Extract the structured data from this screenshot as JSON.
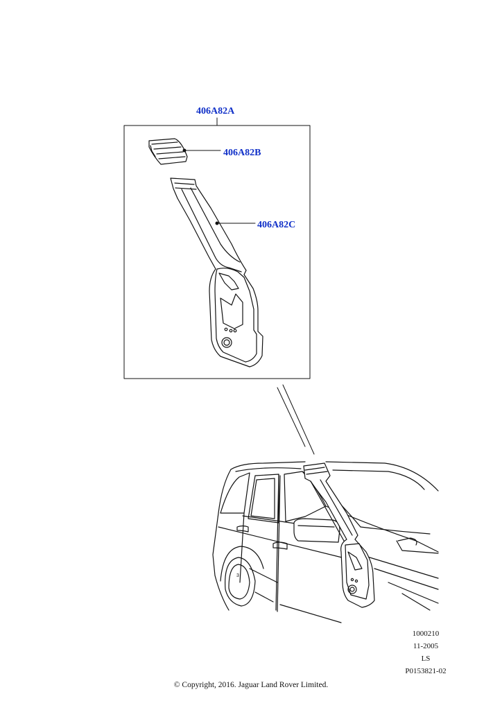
{
  "callouts": {
    "kit": "406A82A",
    "cap": "406A82B",
    "snorkel": "406A82C"
  },
  "meta": {
    "ref": "1000210",
    "date": "11-2005",
    "code": "LS",
    "illustration": "P0153821-02"
  },
  "copyright": "© Copyright, 2016. Jaguar Land Rover Limited.",
  "colors": {
    "callout": "#1030c8",
    "line": "#111111"
  }
}
